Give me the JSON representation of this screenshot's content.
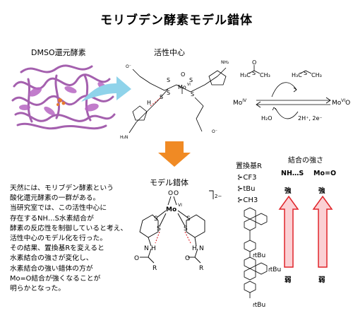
{
  "title": "モリブデン酵素モデル錯体",
  "dmso_label": "DMSO還元酵素",
  "active_center_label": "活性中心",
  "model_label": "モデル錯体",
  "substituent_label": "置換基R",
  "bond_strength_label": "結合の強さ",
  "bond_nh_s": "NH…S",
  "bond_mo_o": "Mo=O",
  "strong": "強",
  "weak": "弱",
  "charge": "2−",
  "substituents": [
    "CF3",
    "tBu",
    "CH3",
    "tBu",
    "tBu",
    "tBu"
  ],
  "reaction": {
    "mo_iv": "MoIV",
    "mo_vi_o": "MoVIO",
    "h2o": "H2O",
    "electrons": "2H+, 2e−"
  },
  "description_lines": [
    "天然には、モリブデン酵素という",
    "酸化還元酵素の一群がある。",
    "当研究室では、この活性中心に",
    "存在するNH…S水素結合が",
    "酵素の反応性を制御していると考え、",
    "活性中心のモデル化を行った。",
    "その結果、置換基Rを変えると",
    "水素結合の強さが変化し、",
    "水素結合の強い錯体の方が",
    "Mo=O結合が強くなることが",
    "明らかとなった。"
  ],
  "colors": {
    "protein": "#9b4fa6",
    "arrow_cyan": "#8fd3ea",
    "arrow_orange": "#f08a24",
    "strength_red": "#e0242a",
    "strength_fill": "#fbd0d4"
  },
  "icons": [
    "protein-structure",
    "cyan-curved-arrow",
    "orange-down-arrow",
    "strength-up-arrow"
  ]
}
